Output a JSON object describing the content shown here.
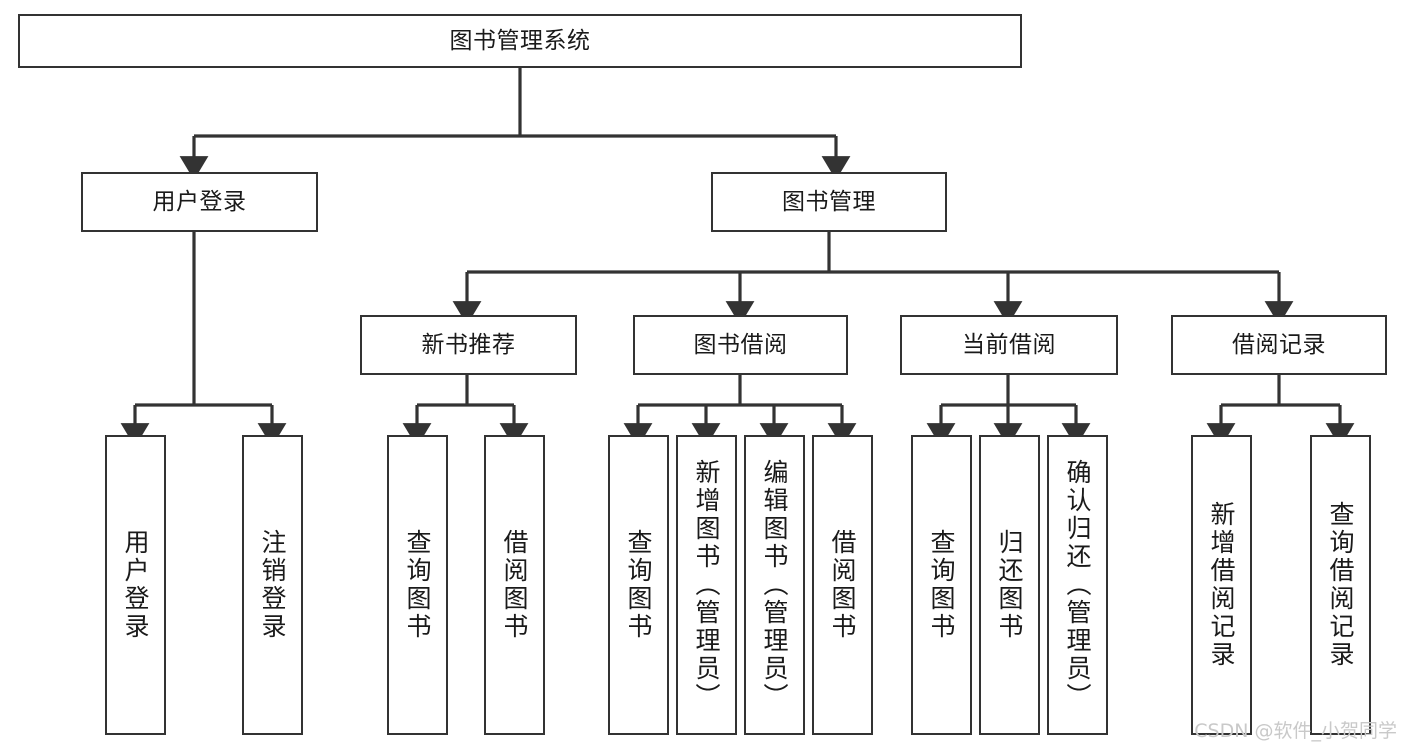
{
  "diagram": {
    "type": "tree",
    "title": "图书管理系统",
    "watermark": "CSDN @软件_小贺同学",
    "colors": {
      "stroke": "#333333",
      "fill": "#ffffff",
      "text": "#1a1a1a",
      "watermark": "#c9c9c9"
    },
    "nodes": {
      "root": {
        "label": "图书管理系统"
      },
      "level2": [
        {
          "id": "user-login",
          "label": "用户登录"
        },
        {
          "id": "book-manage",
          "label": "图书管理"
        }
      ],
      "level3": [
        {
          "id": "new-book-recommend",
          "label": "新书推荐"
        },
        {
          "id": "book-borrow",
          "label": "图书借阅"
        },
        {
          "id": "current-borrow",
          "label": "当前借阅"
        },
        {
          "id": "borrow-record",
          "label": "借阅记录"
        }
      ],
      "leaves": [
        {
          "id": "leaf-user-login",
          "label": "用户登录",
          "parent": "user-login"
        },
        {
          "id": "leaf-user-logout",
          "label": "注销登录",
          "parent": "user-login"
        },
        {
          "id": "leaf-query-book-1",
          "label": "查询图书",
          "parent": "new-book-recommend"
        },
        {
          "id": "leaf-borrow-book-1",
          "label": "借阅图书",
          "parent": "new-book-recommend"
        },
        {
          "id": "leaf-query-book-2",
          "label": "查询图书",
          "parent": "book-borrow"
        },
        {
          "id": "leaf-add-book",
          "label": "新增图书（管理员）",
          "parent": "book-borrow"
        },
        {
          "id": "leaf-edit-book",
          "label": "编辑图书（管理员）",
          "parent": "book-borrow"
        },
        {
          "id": "leaf-borrow-book-2",
          "label": "借阅图书",
          "parent": "book-borrow"
        },
        {
          "id": "leaf-query-book-3",
          "label": "查询图书",
          "parent": "current-borrow"
        },
        {
          "id": "leaf-return-book",
          "label": "归还图书",
          "parent": "current-borrow"
        },
        {
          "id": "leaf-confirm-return",
          "label": "确认归还（管理员）",
          "parent": "current-borrow"
        },
        {
          "id": "leaf-add-record",
          "label": "新增借阅记录",
          "parent": "borrow-record"
        },
        {
          "id": "leaf-query-record",
          "label": "查询借阅记录",
          "parent": "borrow-record"
        }
      ]
    }
  }
}
